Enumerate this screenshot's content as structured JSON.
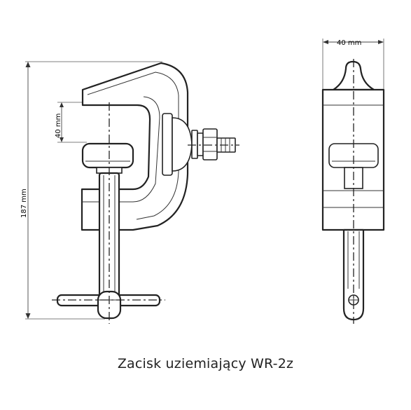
{
  "drawing": {
    "side_view": {
      "dim_height": "187 mm",
      "dim_jaw": "40 mm"
    },
    "front_view": {
      "dim_width": "40 mm"
    }
  },
  "caption": "Zacisk uziemiający WR-2z"
}
